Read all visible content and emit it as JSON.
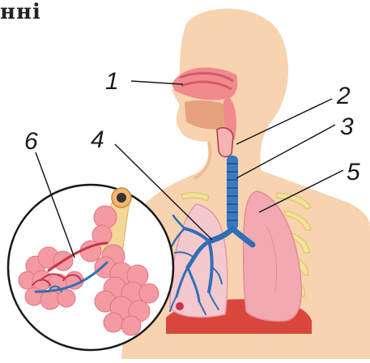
{
  "header": {
    "partial_text": "нні"
  },
  "labels": [
    "1",
    "2",
    "3",
    "4",
    "5",
    "6"
  ],
  "colors": {
    "skin": "#f7d3b0",
    "skin_shade": "#efbd92",
    "airway": "#f08a8e",
    "trachea": "#3a79c0",
    "bronchi": "#2f6fb5",
    "lung": "#f3a9b2",
    "diaphragm": "#d9463b",
    "alveoli": "#f49aa2",
    "ribs": "#f2e39a",
    "outline": "#1a1a1a"
  },
  "icons": [
    "alveoli-inset-magnifier"
  ]
}
